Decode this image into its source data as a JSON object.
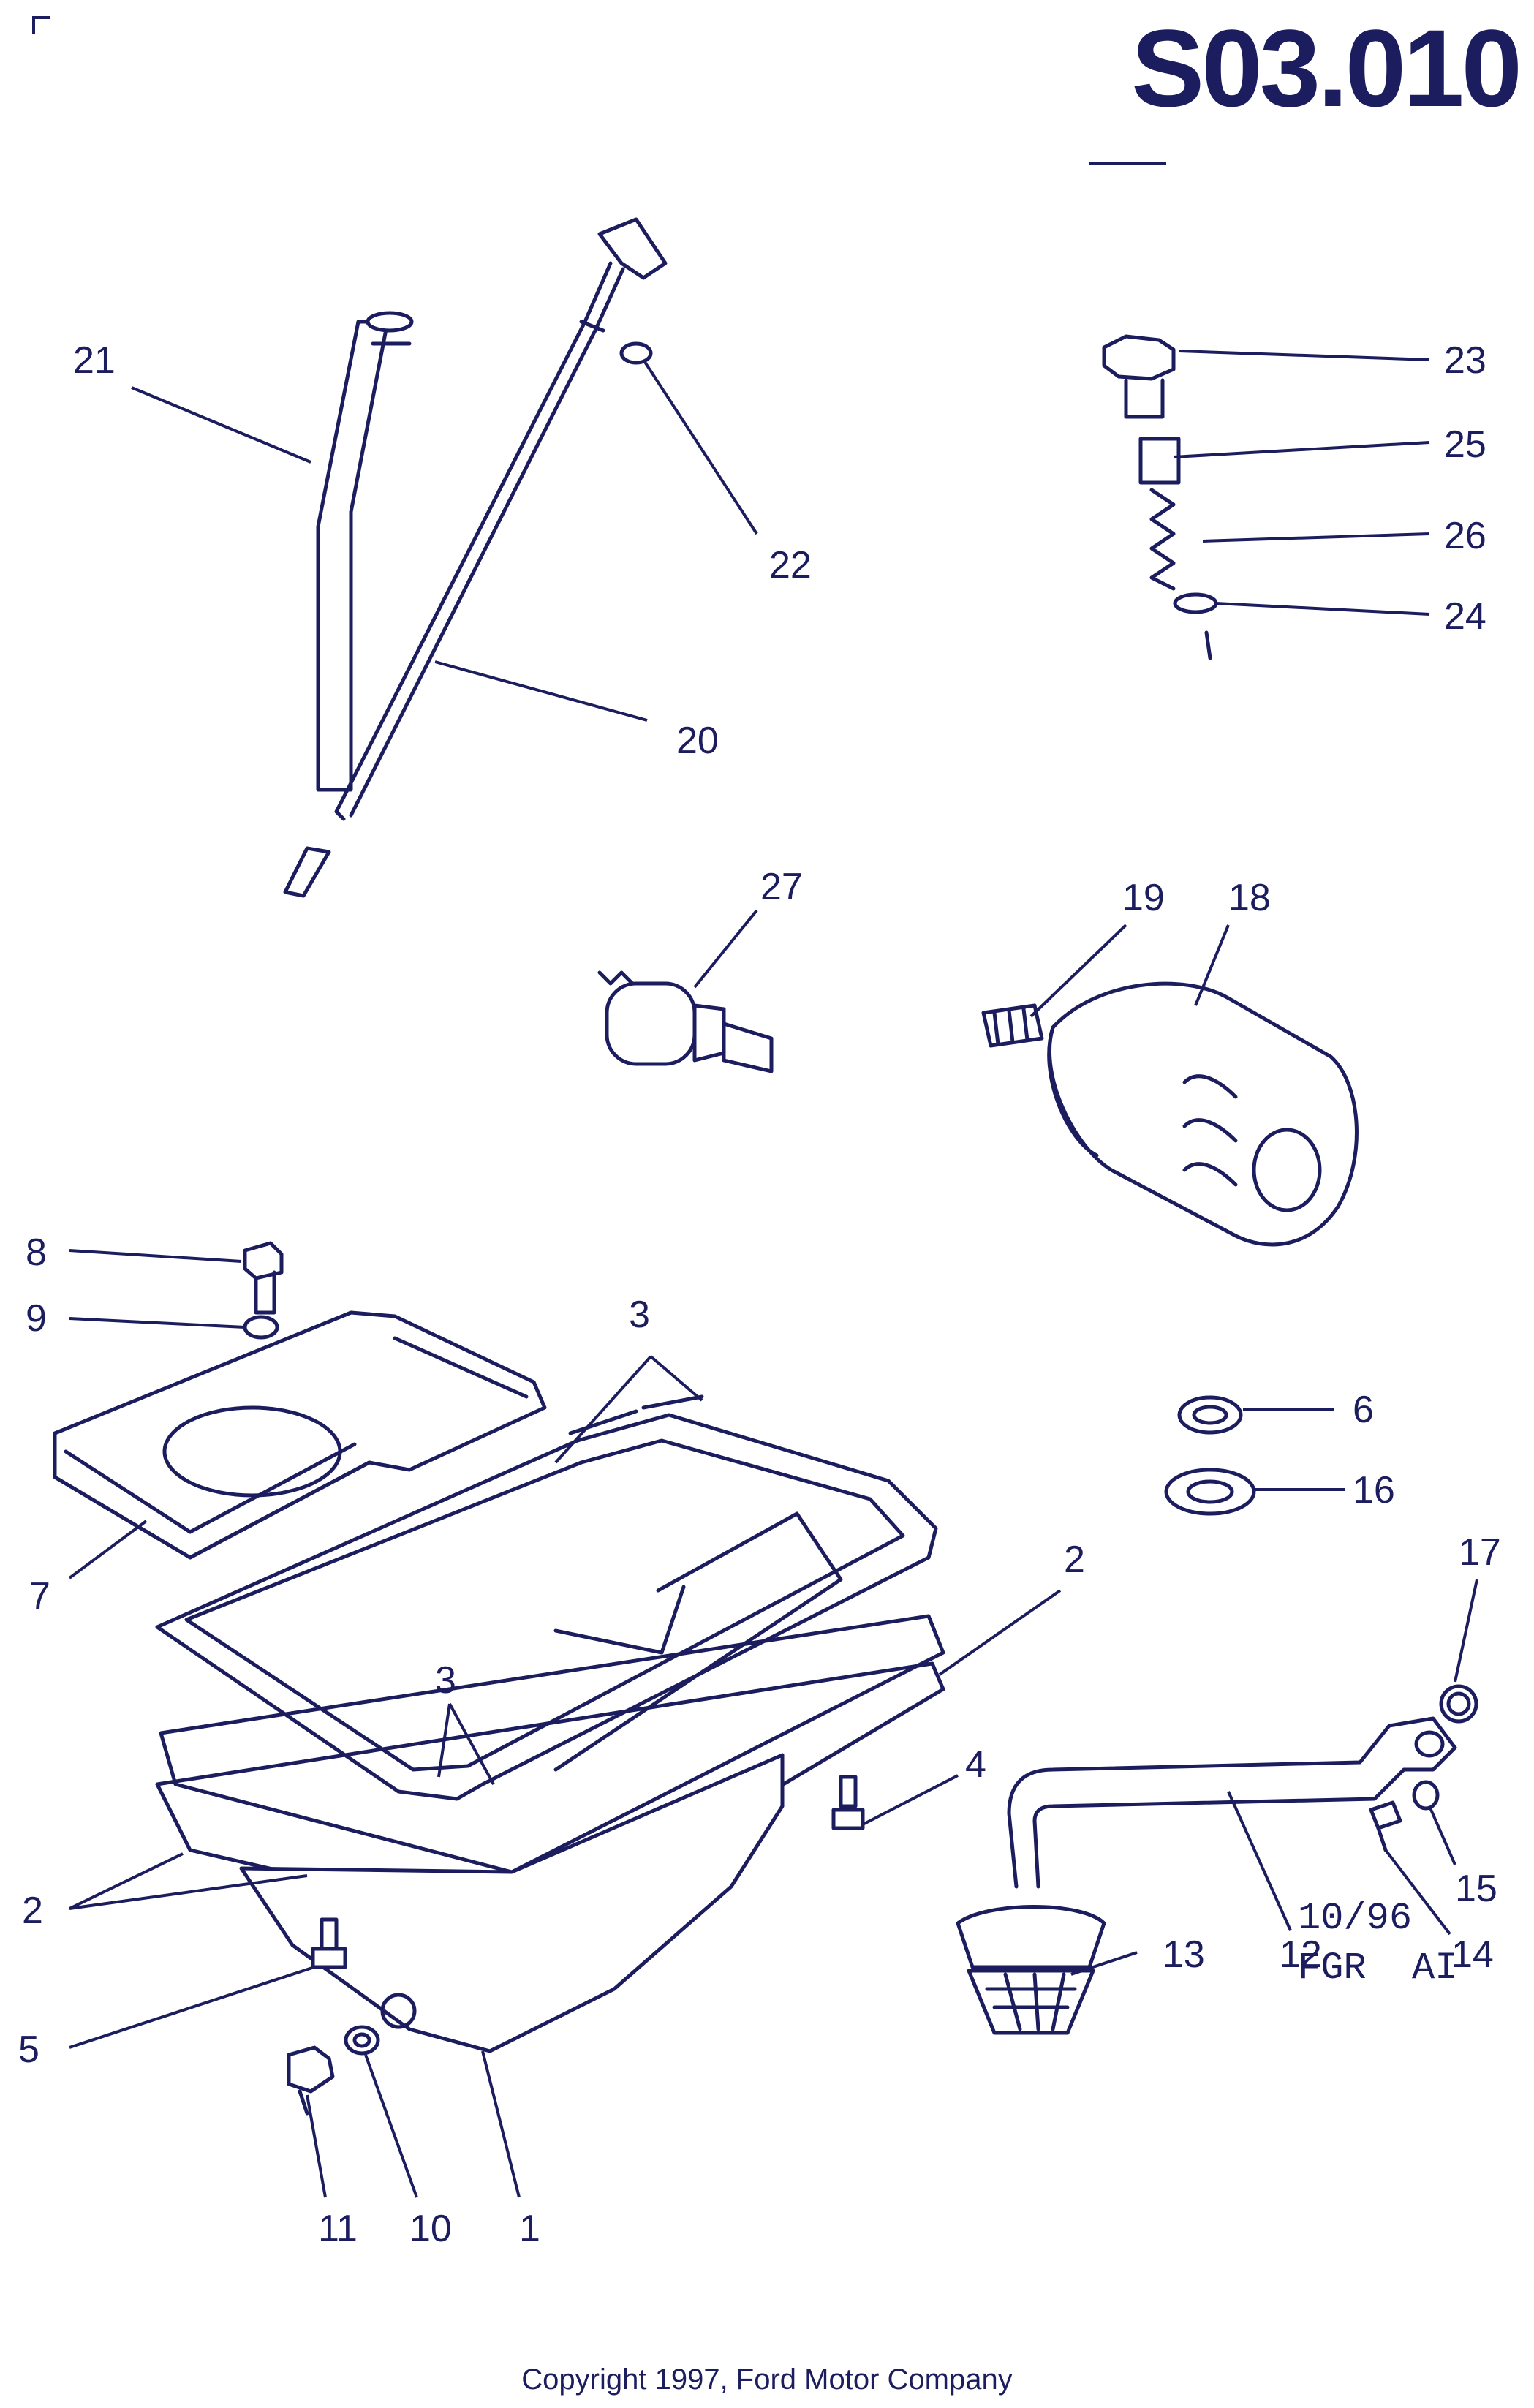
{
  "header": {
    "doc_number": "S03.010"
  },
  "footer": {
    "date": "10/96",
    "drawing_ref": "FGR  AI",
    "copyright": "Copyright 1997, Ford Motor Company"
  },
  "callouts": {
    "c1": "1",
    "c2a": "2",
    "c2b": "2",
    "c3a": "3",
    "c3b": "3",
    "c4": "4",
    "c5": "5",
    "c6": "6",
    "c7": "7",
    "c8": "8",
    "c9": "9",
    "c10": "10",
    "c11": "11",
    "c12": "12",
    "c13": "13",
    "c14": "14",
    "c15": "15",
    "c16": "16",
    "c17": "17",
    "c18": "18",
    "c19": "19",
    "c20": "20",
    "c21": "21",
    "c22": "22",
    "c23": "23",
    "c24": "24",
    "c25": "25",
    "c26": "26",
    "c27": "27"
  },
  "colors": {
    "ink": "#1c1d5e",
    "paper": "#ffffff"
  }
}
